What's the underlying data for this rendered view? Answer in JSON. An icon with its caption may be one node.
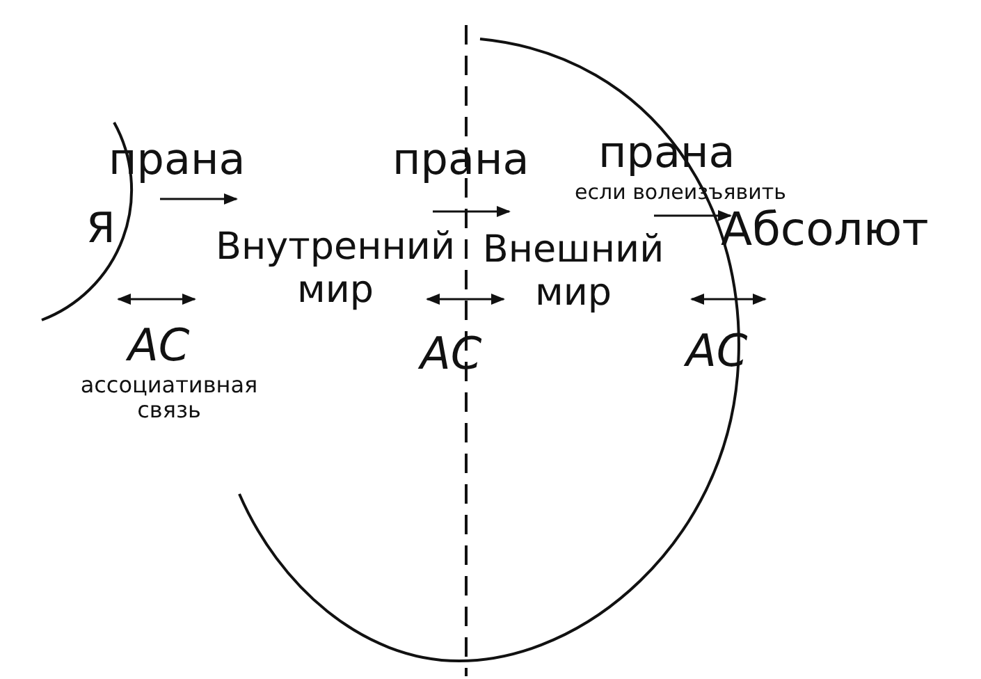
{
  "diagram": {
    "labels": [
      "прана",
      "прана",
      "прана",
      "если волеизъявить",
      "Я",
      "Внутренний мир",
      "Внешний мир",
      "Абсолют",
      "АС",
      "АС",
      "АС",
      "ассоциативная связь"
    ]
  }
}
